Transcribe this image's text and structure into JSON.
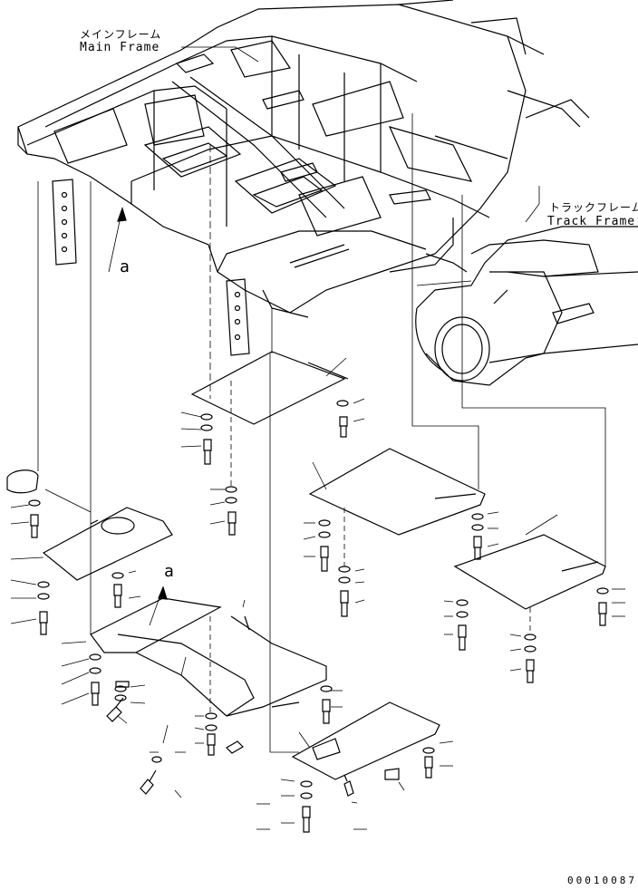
{
  "labels": {
    "main_frame_ja": "メインフレーム",
    "main_frame_en": "Main Frame",
    "track_frame_ja": "トラックフレーム",
    "track_frame_en": "Track Frame",
    "ref_a_top": "a",
    "ref_a_bottom": "a",
    "doc_number": "00010087"
  }
}
